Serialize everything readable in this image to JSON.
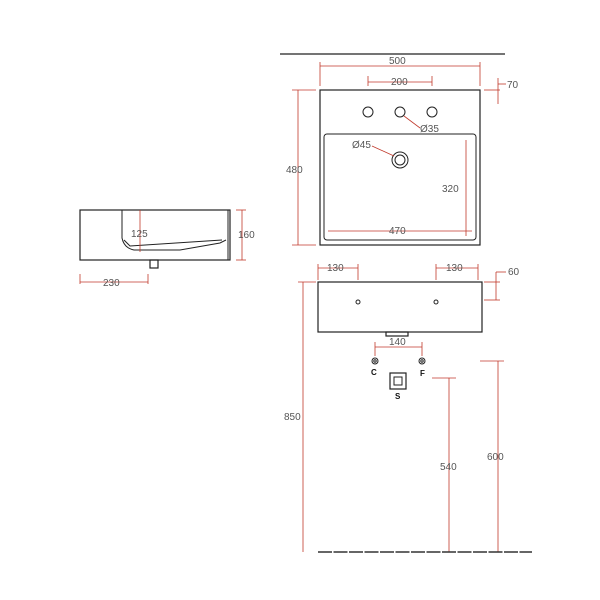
{
  "colors": {
    "dimension_line": "#c0392b",
    "outline": "#222222",
    "text": "#555555"
  },
  "side_view": {
    "d_125": "125",
    "d_160": "160",
    "d_230": "230"
  },
  "top_view": {
    "d_500": "500",
    "d_200": "200",
    "d_70": "70",
    "d_480": "480",
    "d_35": "Ø35",
    "d_45": "Ø45",
    "d_320": "320",
    "d_470": "470"
  },
  "front_view": {
    "d_130_left": "130",
    "d_130_right": "130",
    "d_60": "60",
    "d_140": "140",
    "d_850": "850",
    "d_540": "540",
    "d_600": "600",
    "label_c": "C",
    "label_f": "F",
    "label_s": "S"
  }
}
